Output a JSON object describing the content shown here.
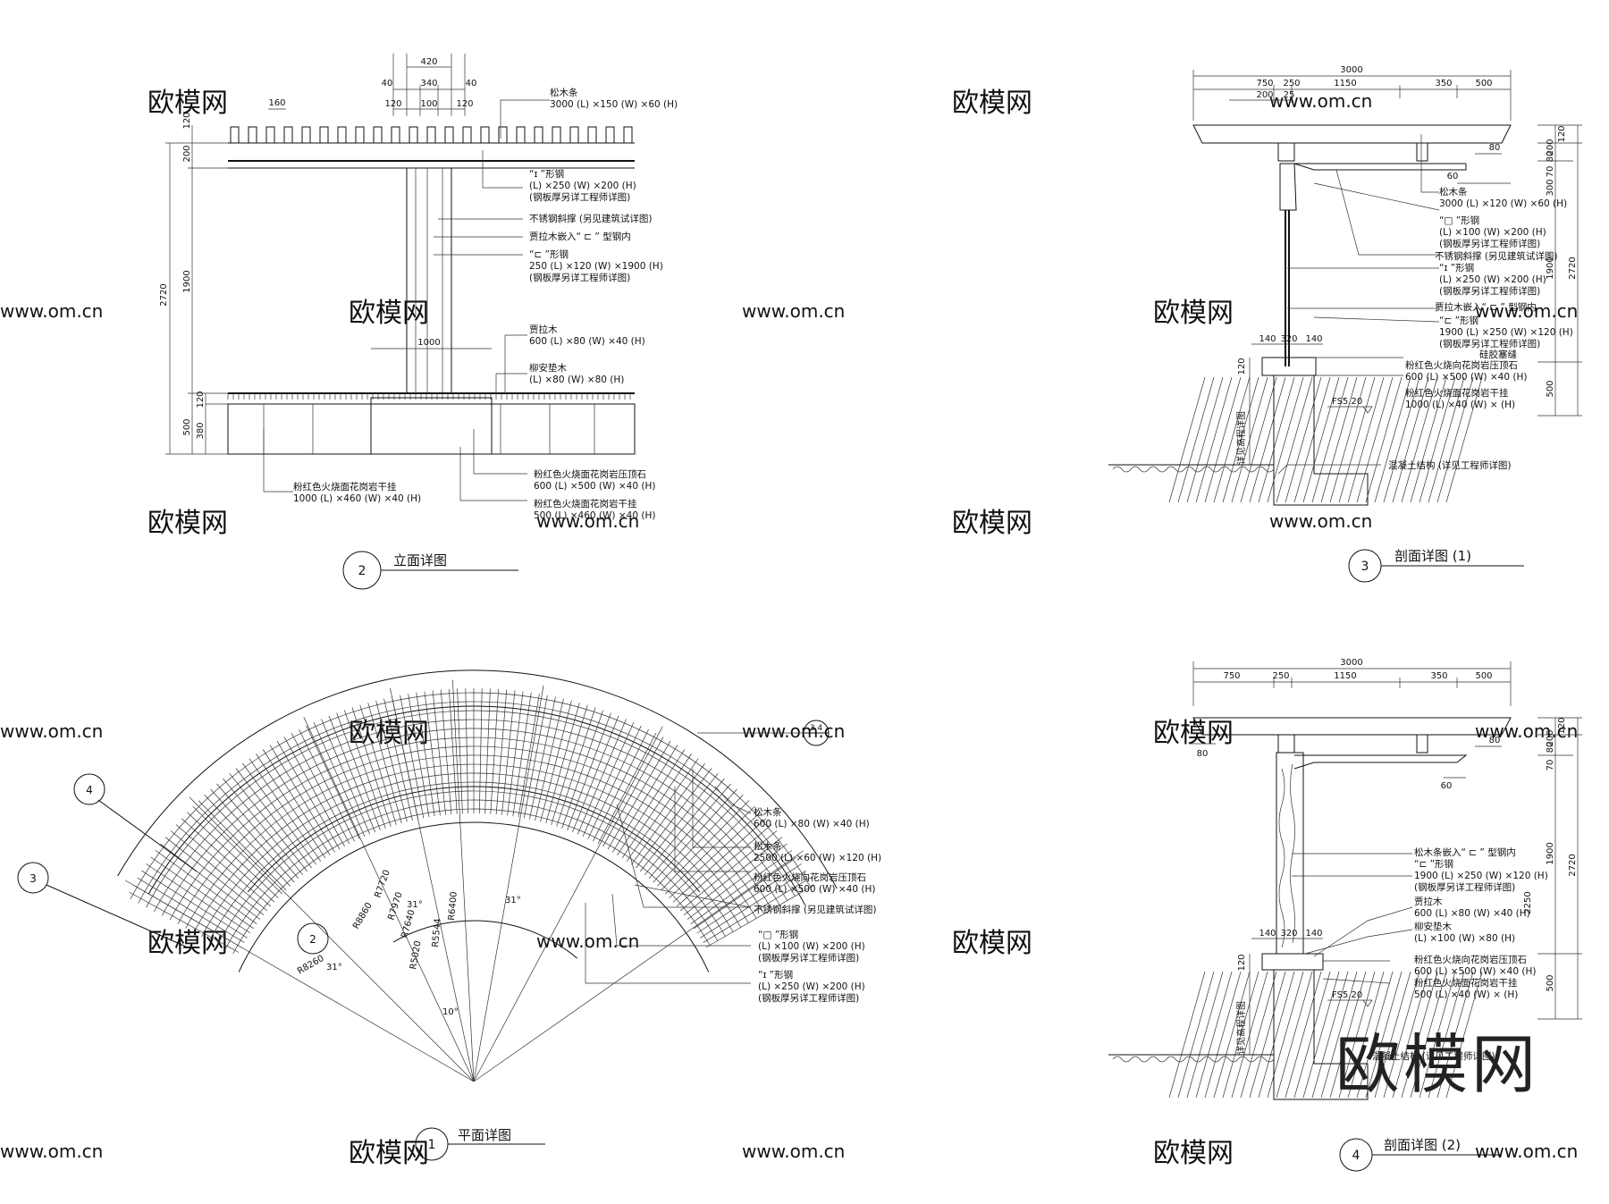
{
  "watermark": {
    "text": "欧模网",
    "url": "www.om.cn",
    "brand": "欧模网"
  },
  "views": {
    "elevation": {
      "number": "2",
      "title": "立面详图",
      "dims_top": [
        "420",
        "40",
        "340",
        "40",
        "120",
        "100",
        "120",
        "160"
      ],
      "dims_left": [
        "120",
        "200",
        "2720",
        "1900",
        "120",
        "500",
        "380"
      ],
      "dim_center": "1000",
      "labels": [
        {
          "l1": "松木条",
          "l2": "3000 (L) ×150 (W) ×60 (H)"
        },
        {
          "l1": "“ɪ ”形钢",
          "l2": "(L) ×250 (W) ×200 (H)",
          "l3": "(钢板厚另详工程师详图)"
        },
        {
          "l1": "不锈钢斜撑 (另见建筑试详图)"
        },
        {
          "l1": "贾拉木嵌入“ ⊏ ” 型钢内"
        },
        {
          "l1": "“⊏ ”形钢",
          "l2": "250 (L) ×120 (W) ×1900 (H)",
          "l3": "(钢板厚另详工程师详图)"
        },
        {
          "l1": "贾拉木",
          "l2": "600 (L) ×80 (W) ×40 (H)"
        },
        {
          "l1": "柳安垫木",
          "l2": "(L) ×80 (W) ×80 (H)"
        },
        {
          "l1": "粉红色火烧面花岗岩压顶石",
          "l2": "600 (L) ×500 (W) ×40 (H)"
        },
        {
          "l1": "粉红色火烧面花岗岩干挂",
          "l2": "500 (L) ×460 (W) ×40 (H)"
        },
        {
          "l1": "粉红色火烧面花岗岩干挂",
          "l2": "1000 (L) ×460 (W) ×40 (H)"
        }
      ]
    },
    "section1": {
      "number": "3",
      "title": "剖面详图 (1)",
      "dims_top": [
        "3000",
        "750",
        "250",
        "1150",
        "350",
        "500",
        "200",
        "25"
      ],
      "dims_right": [
        "120",
        "200",
        "80",
        "70",
        "300",
        "1900",
        "2720",
        "500"
      ],
      "dims_small": [
        "80",
        "60",
        "140",
        "320",
        "140",
        "120"
      ],
      "vertical_note": "详见高程详图",
      "level": "FS5.20",
      "labels": [
        {
          "l1": "松木条",
          "l2": "3000 (L) ×120 (W) ×60 (H)"
        },
        {
          "l1": "“□ ”形钢",
          "l2": "(L) ×100 (W) ×200 (H)",
          "l3": "(钢板厚另详工程师详图)"
        },
        {
          "l1": "不锈钢斜撑 (另见建筑试详图)"
        },
        {
          "l1": "“ɪ ”形钢",
          "l2": "(L) ×250 (W) ×200 (H)",
          "l3": "(钢板厚另详工程师详图)"
        },
        {
          "l1": "贾拉木嵌入“ ⊏ ” 型钢内"
        },
        {
          "l1": "“⊏ ”形钢",
          "l2": "1900 (L) ×250 (W) ×120 (H)",
          "l3": "(钢板厚另详工程师详图)"
        },
        {
          "l1": "硅胶塞缝"
        },
        {
          "l1": "粉红色火烧向花岗岩压顶石",
          "l2": "600 (L) ×500 (W) ×40 (H)"
        },
        {
          "l1": "粉红色火烧面花岗岩干挂",
          "l2": "1000 (L) ×40 (W) × (H)"
        },
        {
          "l1": "混凝土结构 (详见工程师详图)"
        }
      ]
    },
    "plan": {
      "number": "1",
      "title": "平面详图",
      "callout": "3,4",
      "markers": [
        "4",
        "3",
        "2"
      ],
      "radii": [
        "R7720",
        "R7970",
        "R7640",
        "R6400",
        "R5544",
        "R5020",
        "R8260",
        "R8860"
      ],
      "angles": [
        "31°",
        "31°",
        "31°",
        "10°"
      ],
      "labels": [
        {
          "l1": "松木条",
          "l2": "600 (L) ×80 (W) ×40 (H)"
        },
        {
          "l1": "松木条",
          "l2": "2500 (L) ×60 (W) ×120 (H)"
        },
        {
          "l1": "粉红色火烧向花岗岩压顶石",
          "l2": "600 (L) ×500 (W) ×40 (H)"
        },
        {
          "l1": "不锈钢斜撑 (另见建筑试详图)"
        },
        {
          "l1": "“□ ”形钢",
          "l2": "(L) ×100 (W) ×200 (H)",
          "l3": "(钢板厚另详工程师详图)"
        },
        {
          "l1": "“ɪ ”形钢",
          "l2": "(L) ×250 (W) ×200 (H)",
          "l3": "(钢板厚另详工程师详图)"
        }
      ]
    },
    "section2": {
      "number": "4",
      "title": "剖面详图 (2)",
      "dims_top": [
        "3000",
        "750",
        "250",
        "1150",
        "350",
        "500"
      ],
      "dims_right": [
        "120",
        "200",
        "80",
        "70",
        "1900",
        "2720",
        "2250",
        "500"
      ],
      "dims_small": [
        "80",
        "80",
        "60",
        "140",
        "320",
        "140",
        "120"
      ],
      "vertical_note": "详见高程详图",
      "level": "FS5.20",
      "labels": [
        {
          "l1": "松木条嵌入“ ⊏ ” 型钢内"
        },
        {
          "l1": "“⊏ ”形钢",
          "l2": "1900 (L) ×250 (W) ×120 (H)",
          "l3": "(钢板厚另详工程师详图)"
        },
        {
          "l1": "贾拉木",
          "l2": "600 (L) ×80 (W) ×40 (H)"
        },
        {
          "l1": "柳安垫木",
          "l2": "(L) ×100 (W) ×80 (H)"
        },
        {
          "l1": "粉红色火烧向花岗岩压顶石",
          "l2": "600 (L) ×500 (W) ×40 (H)"
        },
        {
          "l1": "粉红色火烧面花岗岩干挂",
          "l2": "500 (L) ×40 (W) × (H)"
        },
        {
          "l1": "混凝土结构 (详见工程师详图)"
        }
      ]
    }
  }
}
